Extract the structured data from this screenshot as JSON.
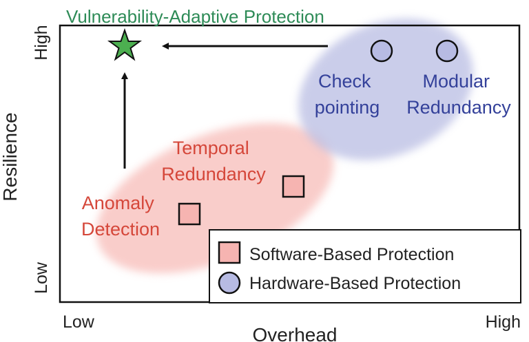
{
  "axes": {
    "x_label": "Overhead",
    "y_label": "Resilience",
    "x_low": "Low",
    "x_high": "High",
    "y_low": "Low",
    "y_high": "High"
  },
  "target": {
    "label": "Vulnerability-Adaptive Protection",
    "color": "#2e8b57",
    "star_color": "#4caf50"
  },
  "software": {
    "region_color": "#f7b8b4",
    "label_color": "#d5473a",
    "marker_color": "#f6b4b1",
    "items": [
      {
        "label_line1": "Anomaly",
        "label_line2": "Detection"
      },
      {
        "label_line1": "Temporal",
        "label_line2": "Redundancy"
      }
    ]
  },
  "hardware": {
    "region_color": "#b9bde3",
    "label_color": "#34419a",
    "marker_color": "#b7bbe3",
    "items": [
      {
        "label_line1": "Check",
        "label_line2": "pointing"
      },
      {
        "label_line1": "Modular",
        "label_line2": "Redundancy"
      }
    ]
  },
  "legend": {
    "software_label": "Software-Based Protection",
    "hardware_label": "Hardware-Based Protection"
  }
}
